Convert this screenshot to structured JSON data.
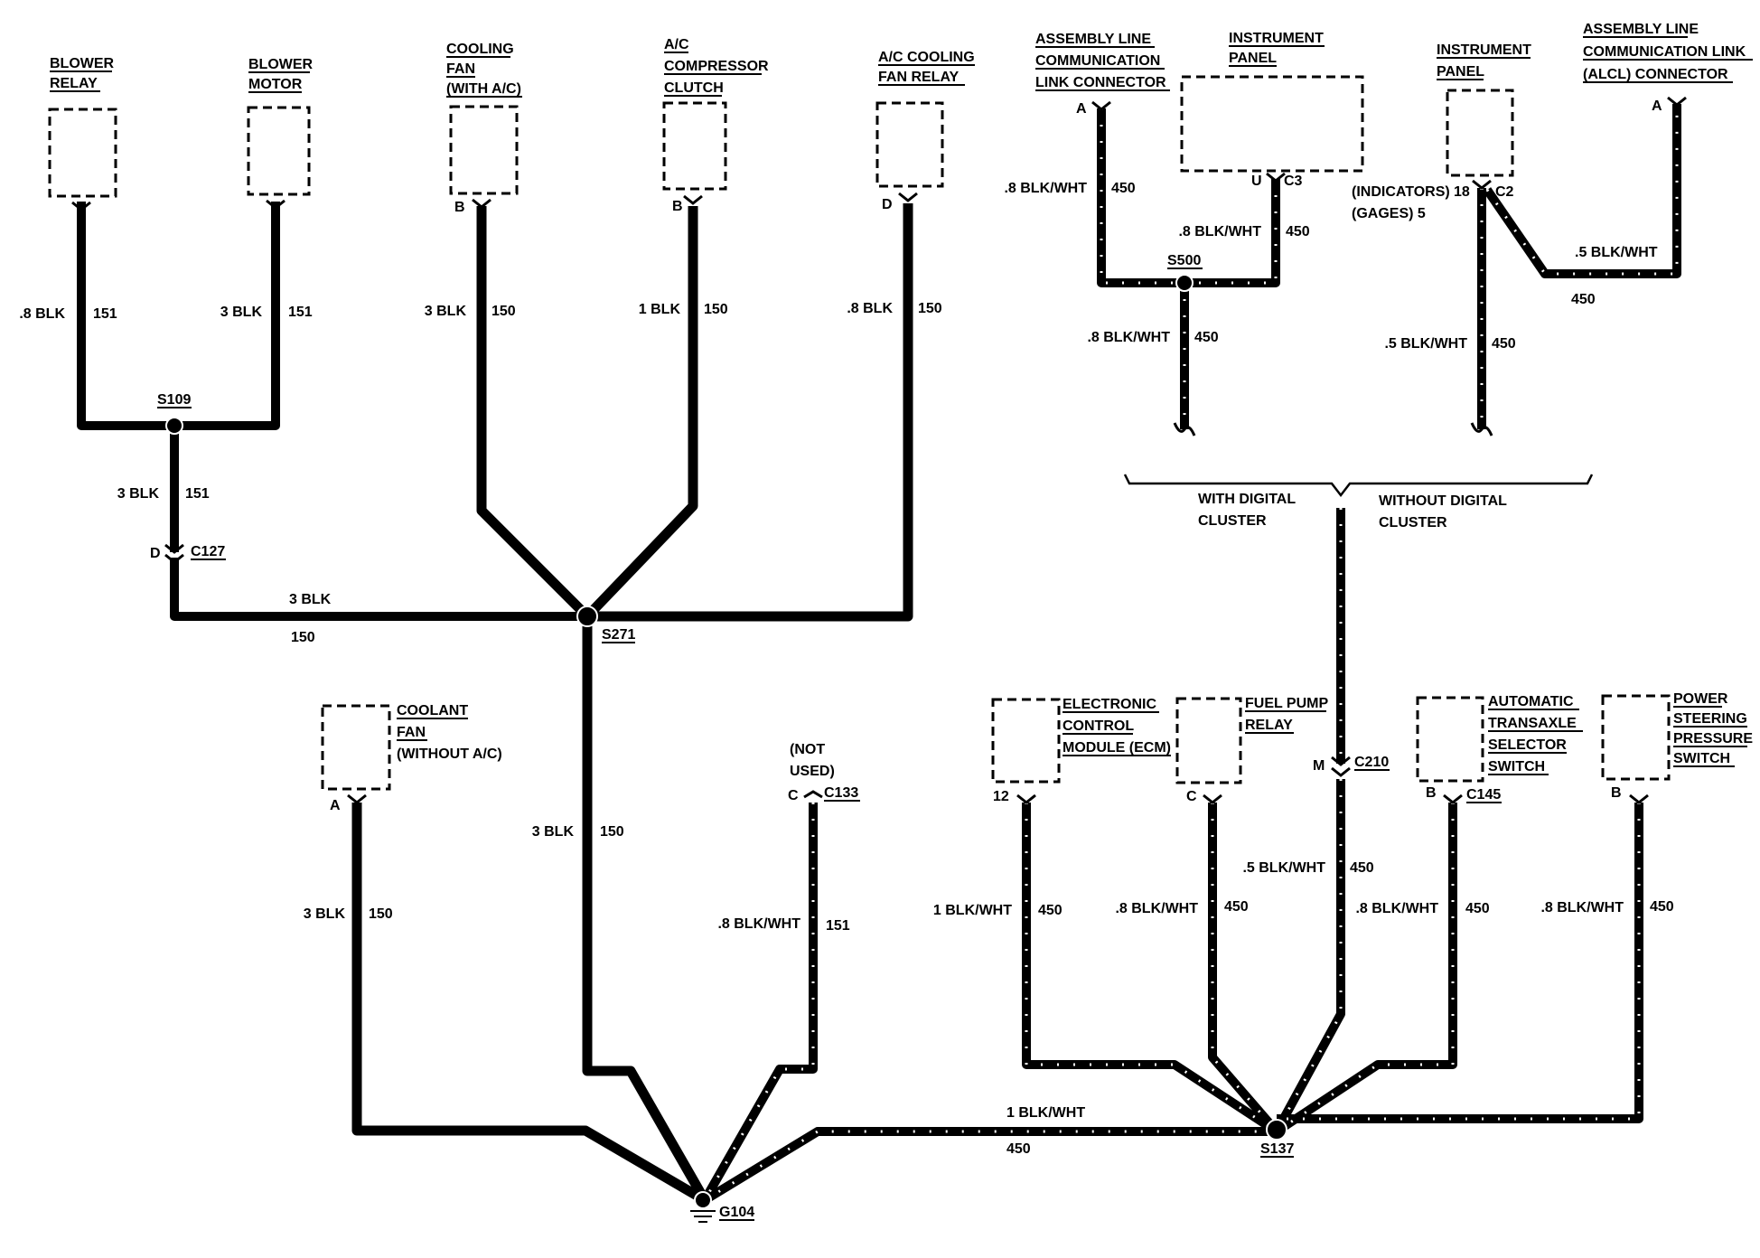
{
  "components": {
    "blower_relay": [
      "BLOWER",
      "RELAY"
    ],
    "blower_motor": [
      "BLOWER",
      "MOTOR"
    ],
    "cooling_fan": [
      "COOLING",
      "FAN",
      "(WITH A/C)"
    ],
    "ac_compressor_clutch": [
      "A/C",
      "COMPRESSOR",
      "CLUTCH"
    ],
    "ac_cooling_fan_relay": [
      "A/C COOLING",
      "FAN RELAY"
    ],
    "alcl_connector_left": [
      "ASSEMBLY LINE",
      "COMMUNICATION",
      "LINK CONNECTOR"
    ],
    "instrument_panel_left": [
      "INSTRUMENT",
      "PANEL"
    ],
    "instrument_panel_right": [
      "INSTRUMENT",
      "PANEL"
    ],
    "alcl_connector_right": [
      "ASSEMBLY LINE",
      "COMMUNICATION LINK",
      "(ALCL) CONNECTOR"
    ],
    "coolant_fan": [
      "COOLANT",
      "FAN",
      "(WITHOUT A/C)"
    ],
    "not_used": [
      "(NOT",
      "USED)"
    ],
    "ecm": [
      "ELECTRONIC",
      "CONTROL",
      "MODULE (ECM)"
    ],
    "fuel_pump_relay": [
      "FUEL PUMP",
      "RELAY"
    ],
    "transaxle_switch": [
      "AUTOMATIC",
      "TRANSAXLE",
      "SELECTOR",
      "SWITCH"
    ],
    "ps_switch": [
      "POWER",
      "STEERING",
      "PRESSURE",
      "SWITCH"
    ]
  },
  "pins": {
    "ac_clutch": "B",
    "cooling_fan": "B",
    "ac_fan_relay": "D",
    "alcl_left": "A",
    "ip_left_pin": "U",
    "ip_left_conn": "C3",
    "ip_right_pin": "18",
    "ip_right_conn": "C2",
    "alcl_right": "A",
    "c127_pin": "D",
    "coolant_fan": "A",
    "c133_pin": "C",
    "ecm": "12",
    "fuel_pump": "C",
    "c210_pin": "M",
    "transaxle": "B",
    "ps_switch": "B"
  },
  "notes": {
    "indicators": "(INDICATORS)",
    "gages": "(GAGES) 5"
  },
  "splices": {
    "s109": "S109",
    "s271": "S271",
    "s500": "S500",
    "s137": "S137"
  },
  "connectors": {
    "c127": "C127",
    "c133": "C133",
    "c210": "C210",
    "c145": "C145"
  },
  "ground": "G104",
  "branch": {
    "with_digital": [
      "WITH DIGITAL",
      "CLUSTER"
    ],
    "without_digital": [
      "WITHOUT DIGITAL",
      "CLUSTER"
    ]
  },
  "wires": {
    "blower_relay": {
      "gauge": ".8 BLK",
      "circuit": "151"
    },
    "blower_motor": {
      "gauge": "3 BLK",
      "circuit": "151"
    },
    "s109_down": {
      "gauge": "3 BLK",
      "circuit": "151"
    },
    "c127_s271": {
      "gauge": "3 BLK",
      "circuit": "150"
    },
    "cooling_fan": {
      "gauge": "3 BLK",
      "circuit": "150"
    },
    "ac_clutch": {
      "gauge": "1 BLK",
      "circuit": "150"
    },
    "ac_fan_relay": {
      "gauge": ".8 BLK",
      "circuit": "150"
    },
    "s271_ground": {
      "gauge": "3 BLK",
      "circuit": "150"
    },
    "coolant_fan": {
      "gauge": "3 BLK",
      "circuit": "150"
    },
    "c133": {
      "gauge": ".8 BLK/WHT",
      "circuit": "151"
    },
    "alcl_left": {
      "gauge": ".8 BLK/WHT",
      "circuit": "450"
    },
    "ip_left": {
      "gauge": ".8 BLK/WHT",
      "circuit": "450"
    },
    "s500_down": {
      "gauge": ".8 BLK/WHT",
      "circuit": "450"
    },
    "alcl_right": {
      "gauge": ".5 BLK/WHT",
      "circuit": "450"
    },
    "ip_right_down": {
      "gauge": ".5 BLK/WHT",
      "circuit": "450"
    },
    "ecm": {
      "gauge": "1 BLK/WHT",
      "circuit": "450"
    },
    "fuel_pump": {
      "gauge": ".8 BLK/WHT",
      "circuit": "450"
    },
    "c210": {
      "gauge": ".5 BLK/WHT",
      "circuit": "450"
    },
    "transaxle": {
      "gauge": ".8 BLK/WHT",
      "circuit": "450"
    },
    "ps_switch": {
      "gauge": ".8 BLK/WHT",
      "circuit": "450"
    },
    "s137_ground": {
      "gauge": "1 BLK/WHT",
      "circuit": "450"
    }
  }
}
